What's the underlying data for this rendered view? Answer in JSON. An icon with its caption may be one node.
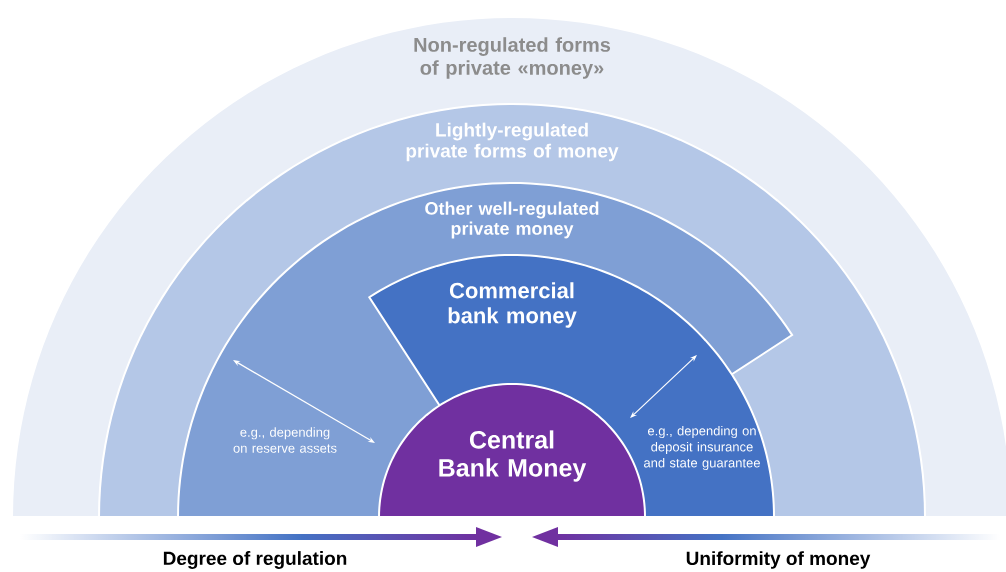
{
  "diagram": {
    "nodes": [
      {
        "text": [
          "Non-regulated forms of private «money»"
        ]
      },
      {
        "text": [
          "Lightly-regulated private forms of money"
        ],
        "in": 0
      },
      {
        "text": [
          "Other well-regulated private money",
          "e.g., depending on reserve assets"
        ],
        "in": 1
      },
      {
        "text": [
          "Commercial bank money",
          "e.g., depending on deposit insurance and state guarantee"
        ],
        "in": 2
      },
      {
        "text": [
          "Central Bank Money"
        ],
        "in": 3
      }
    ],
    "labels": [
      "Degree of regulation",
      "Uniformity of money"
    ]
  }
}
